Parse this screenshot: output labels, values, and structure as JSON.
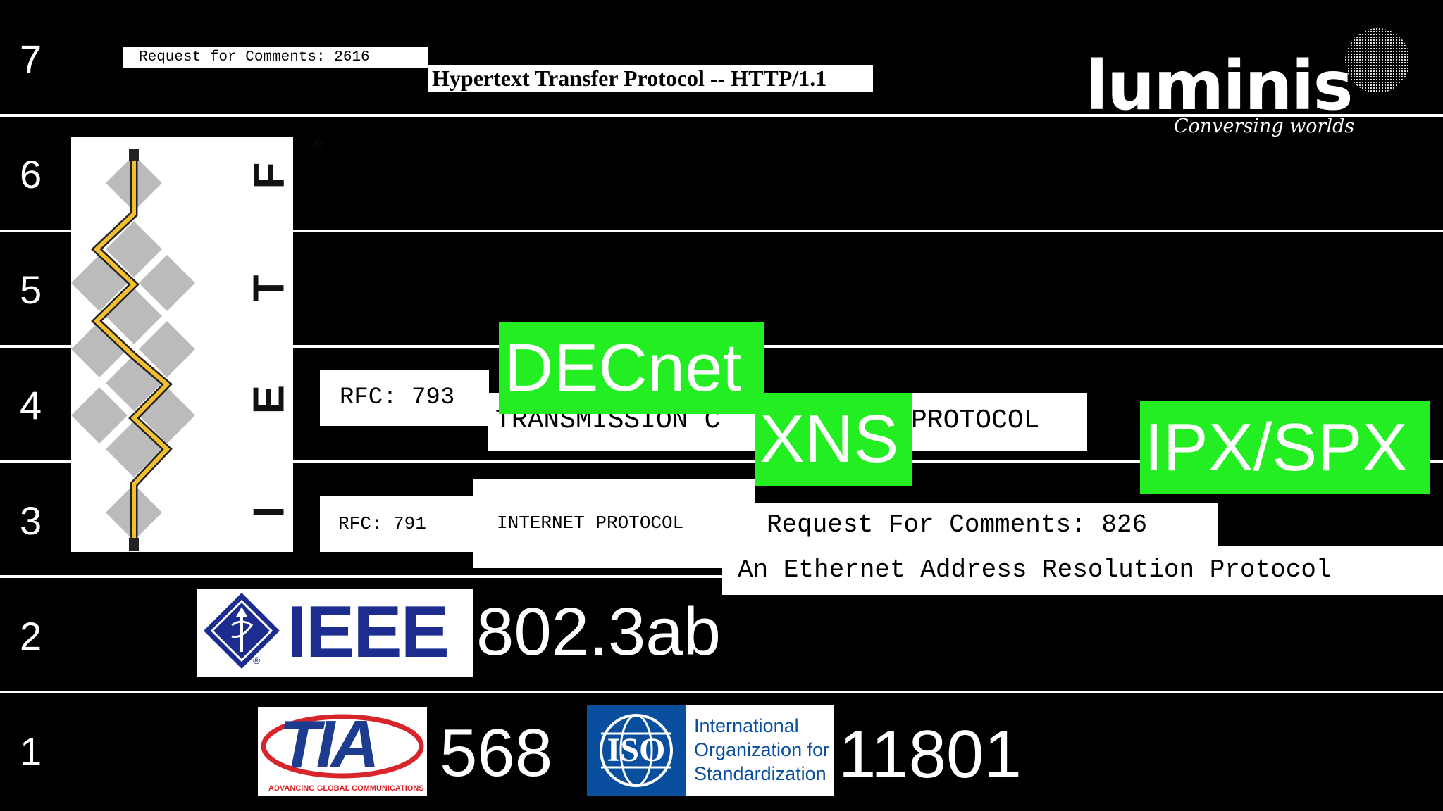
{
  "layers": [
    "7",
    "6",
    "5",
    "4",
    "3",
    "2",
    "1"
  ],
  "layer7": {
    "rfc_header": "Request for Comments: 2616",
    "http_title": "Hypertext Transfer Protocol -- HTTP/1.1"
  },
  "logo": {
    "brand": "luminis",
    "tagline": "Conversing worlds"
  },
  "ietf": {
    "letters": [
      "I",
      "E",
      "T",
      "F"
    ],
    "registered": "®"
  },
  "layer4": {
    "rfc": "RFC:  793",
    "title_left": "TRANSMISSION C",
    "title_right": "PROTOCOL",
    "decnet": "DECnet",
    "xns": "XNS",
    "ipxspx": "IPX/SPX"
  },
  "layer3": {
    "rfc": "RFC:   791",
    "title": "INTERNET PROTOCOL",
    "arp_header": "Request For Comments:   826",
    "arp_title": "An Ethernet Address Resolution Protocol"
  },
  "layer2": {
    "ieee": "IEEE",
    "ieee_registered": "®",
    "standard": "802.3ab"
  },
  "layer1": {
    "tia": "TIA",
    "tia_slogan": "ADVANCING GLOBAL COMMUNICATIONS",
    "tia_standard": "568",
    "iso": "ISO",
    "iso_line1": "International",
    "iso_line2": "Organization for",
    "iso_line3": "Standardization",
    "iso_standard": "11801"
  },
  "colors": {
    "background": "#000000",
    "highlight_green": "#22ee22",
    "ieee_blue": "#1d2c8f",
    "tia_blue": "#1d3c8f",
    "tia_red": "#d8242b",
    "iso_blue": "#0a4f9e",
    "ietf_yellow": "#f3bf2f",
    "ietf_grey": "#bbbbbb"
  }
}
